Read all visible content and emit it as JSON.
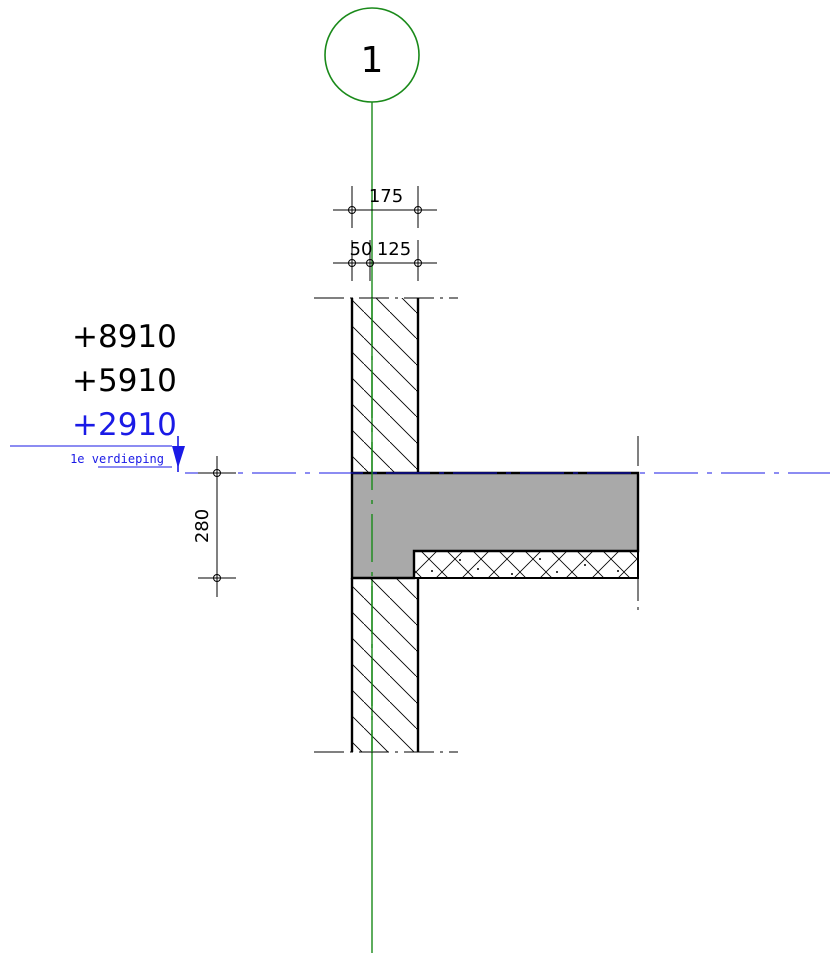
{
  "grid": {
    "label": "1",
    "color": "#1a8a1a"
  },
  "dimensions": {
    "total_width": "175",
    "segment_1": "50",
    "segment_2": "125",
    "slab_thickness": "280"
  },
  "elevations": {
    "items": [
      "+8910",
      "+5910",
      "+2910"
    ],
    "active_index": 2,
    "active_color": "#1a1ae6",
    "default_color": "#000000"
  },
  "level": {
    "name": "1e verdieping",
    "color": "#1a1ae6"
  },
  "materials": {
    "concrete_fill": "#a9a9a9",
    "line_color": "#000000"
  }
}
